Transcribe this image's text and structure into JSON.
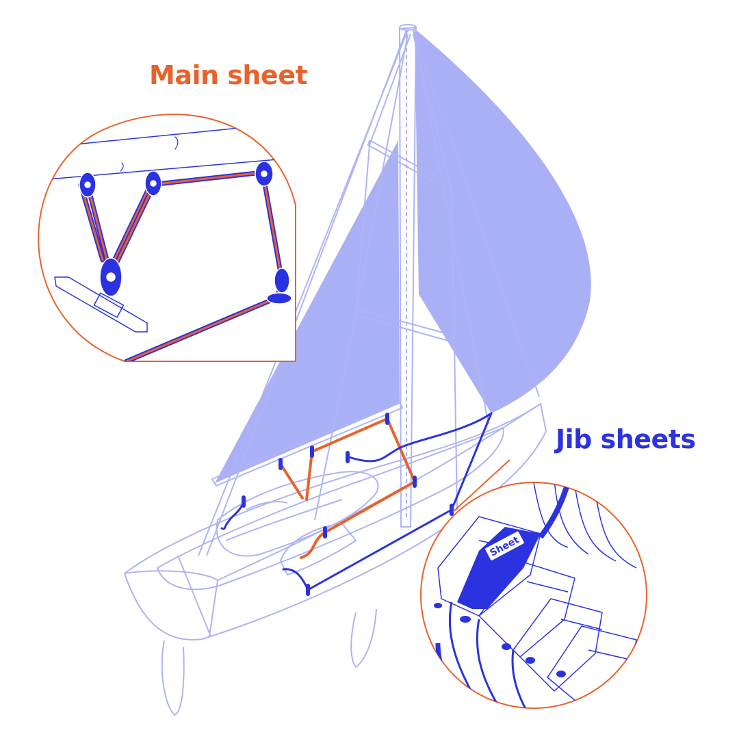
{
  "labels": {
    "main_sheet": "Main sheet",
    "jib_sheets": "Jib sheets",
    "clutch_tag": "Sheet"
  },
  "colors": {
    "orange": "#E9622B",
    "blue": "#2B32E0",
    "outline": "#AEB4F3",
    "sail_fill": "#AAB0F5",
    "background": "#FFFFFF"
  },
  "icons": {
    "main_detail": "mainsheet-block-system",
    "jib_detail": "rope-clutch-bank"
  }
}
